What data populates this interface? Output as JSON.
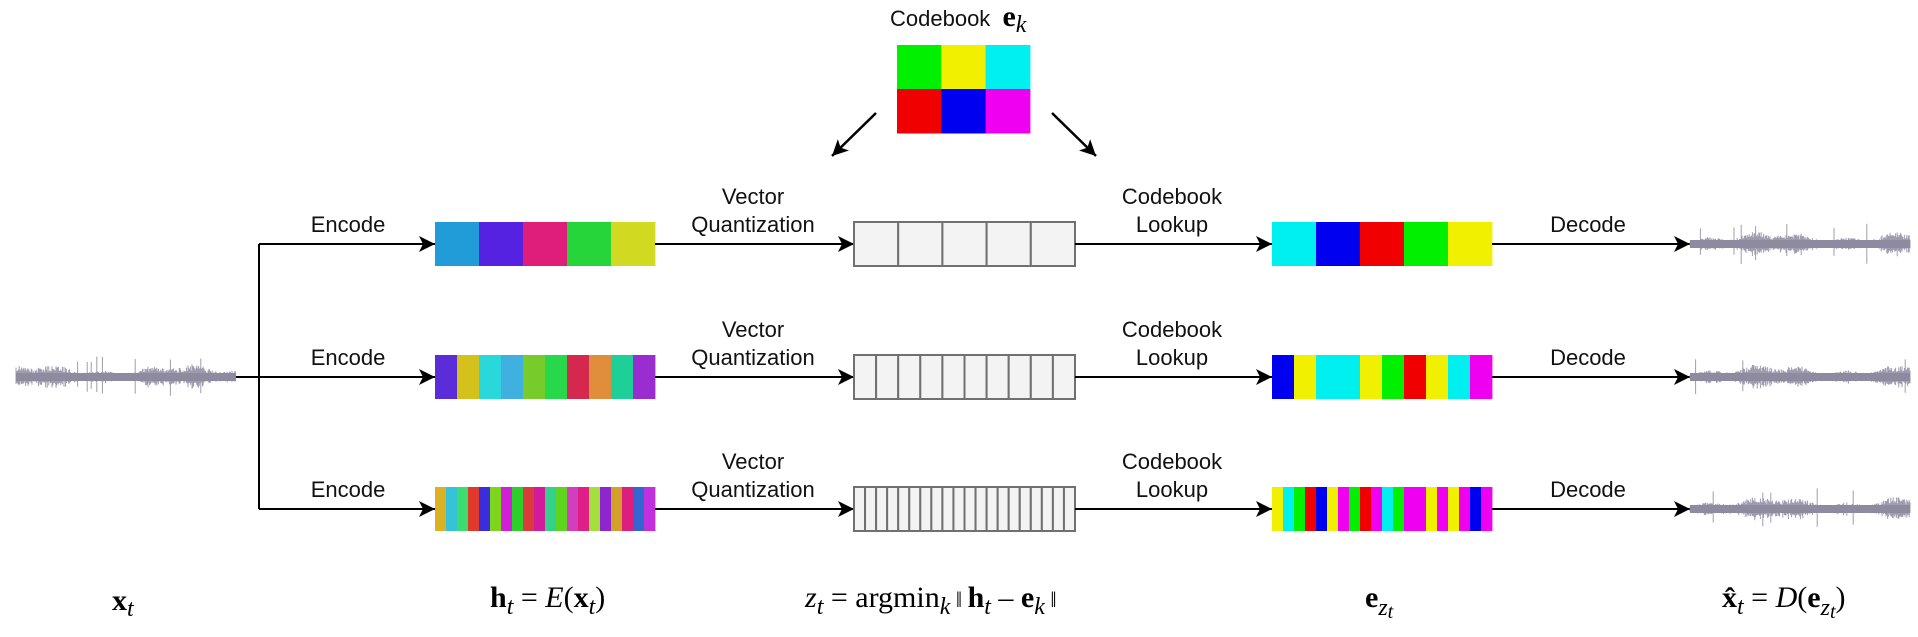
{
  "codebook": {
    "label": "Codebook",
    "symbol": "e",
    "symbol_sub": "k",
    "colors": [
      "#00f000",
      "#f0f000",
      "#00f0f0",
      "#f00000",
      "#0000f0",
      "#f000f0"
    ]
  },
  "colors": {
    "arrow": "#000000",
    "waveform": "#8e8ba0",
    "code_fill": "#f3f3f3",
    "code_border": "#707070"
  },
  "labels": {
    "encode": "Encode",
    "vq_line1": "Vector",
    "vq_line2": "Quantization",
    "lookup_line1": "Codebook",
    "lookup_line2": "Lookup",
    "decode": "Decode"
  },
  "rows": [
    {
      "encoded_colors": [
        "#229cd9",
        "#5522e2",
        "#df1e7a",
        "#25d53a",
        "#d1d921"
      ],
      "code_slots": 5,
      "quantized_colors": [
        "#00f0f0",
        "#0000f0",
        "#f00000",
        "#00f000",
        "#f0f000"
      ]
    },
    {
      "encoded_colors": [
        "#5a2dd9",
        "#d4c11c",
        "#2ad7db",
        "#3fb0df",
        "#77cc2c",
        "#26d84a",
        "#d5284f",
        "#e08e3c",
        "#1ecf97",
        "#9a2dd0"
      ],
      "code_slots": 10,
      "quantized_colors": [
        "#0000f0",
        "#f0f000",
        "#00f0f0",
        "#00f0f0",
        "#f0f000",
        "#00f000",
        "#f00000",
        "#f0f000",
        "#00f0f0",
        "#f000f0"
      ]
    },
    {
      "encoded_colors": [
        "#dab224",
        "#35c3d8",
        "#3bdc70",
        "#e03a2a",
        "#3a2ddc",
        "#7dd61c",
        "#d21ed6",
        "#2cd02a",
        "#da3c3e",
        "#d21a9a",
        "#35d08a",
        "#5fd41e",
        "#d23ec0",
        "#e01e88",
        "#a4e03c",
        "#8e26d0",
        "#d4a02a",
        "#dc1e7e",
        "#3466d2",
        "#c030dc"
      ],
      "code_slots": 20,
      "quantized_colors": [
        "#f0f000",
        "#00f0f0",
        "#00f000",
        "#f00000",
        "#0000f0",
        "#f0f000",
        "#f000f0",
        "#00f000",
        "#f00000",
        "#f000f0",
        "#00f0f0",
        "#00f000",
        "#f000f0",
        "#f000f0",
        "#f0f000",
        "#f000f0",
        "#f0f000",
        "#f000f0",
        "#0000f0",
        "#f000f0"
      ]
    }
  ],
  "formulas": {
    "input": {
      "main": "x",
      "sub": "t"
    },
    "encoder": {
      "lhs": "h",
      "lhs_sub": "t",
      "eq": " = ",
      "func": "E",
      "arg": "x",
      "arg_sub": "t"
    },
    "quantizer": {
      "lhs": "z",
      "lhs_sub": "t",
      "eq": " = ",
      "op": "argmin",
      "op_sub": "k",
      "norm_open": " ‖ ",
      "h": "h",
      "h_sub": "t",
      "minus": " – ",
      "e": "e",
      "e_sub": "k",
      "norm_close": " ‖"
    },
    "lookup": {
      "main": "e",
      "sub": "z",
      "subsub": "t"
    },
    "decoder": {
      "lhs": "x̂",
      "lhs_sub": "t",
      "eq": " = ",
      "func": "D",
      "arg": "e",
      "arg_sub": "z",
      "arg_subsub": "t"
    }
  }
}
